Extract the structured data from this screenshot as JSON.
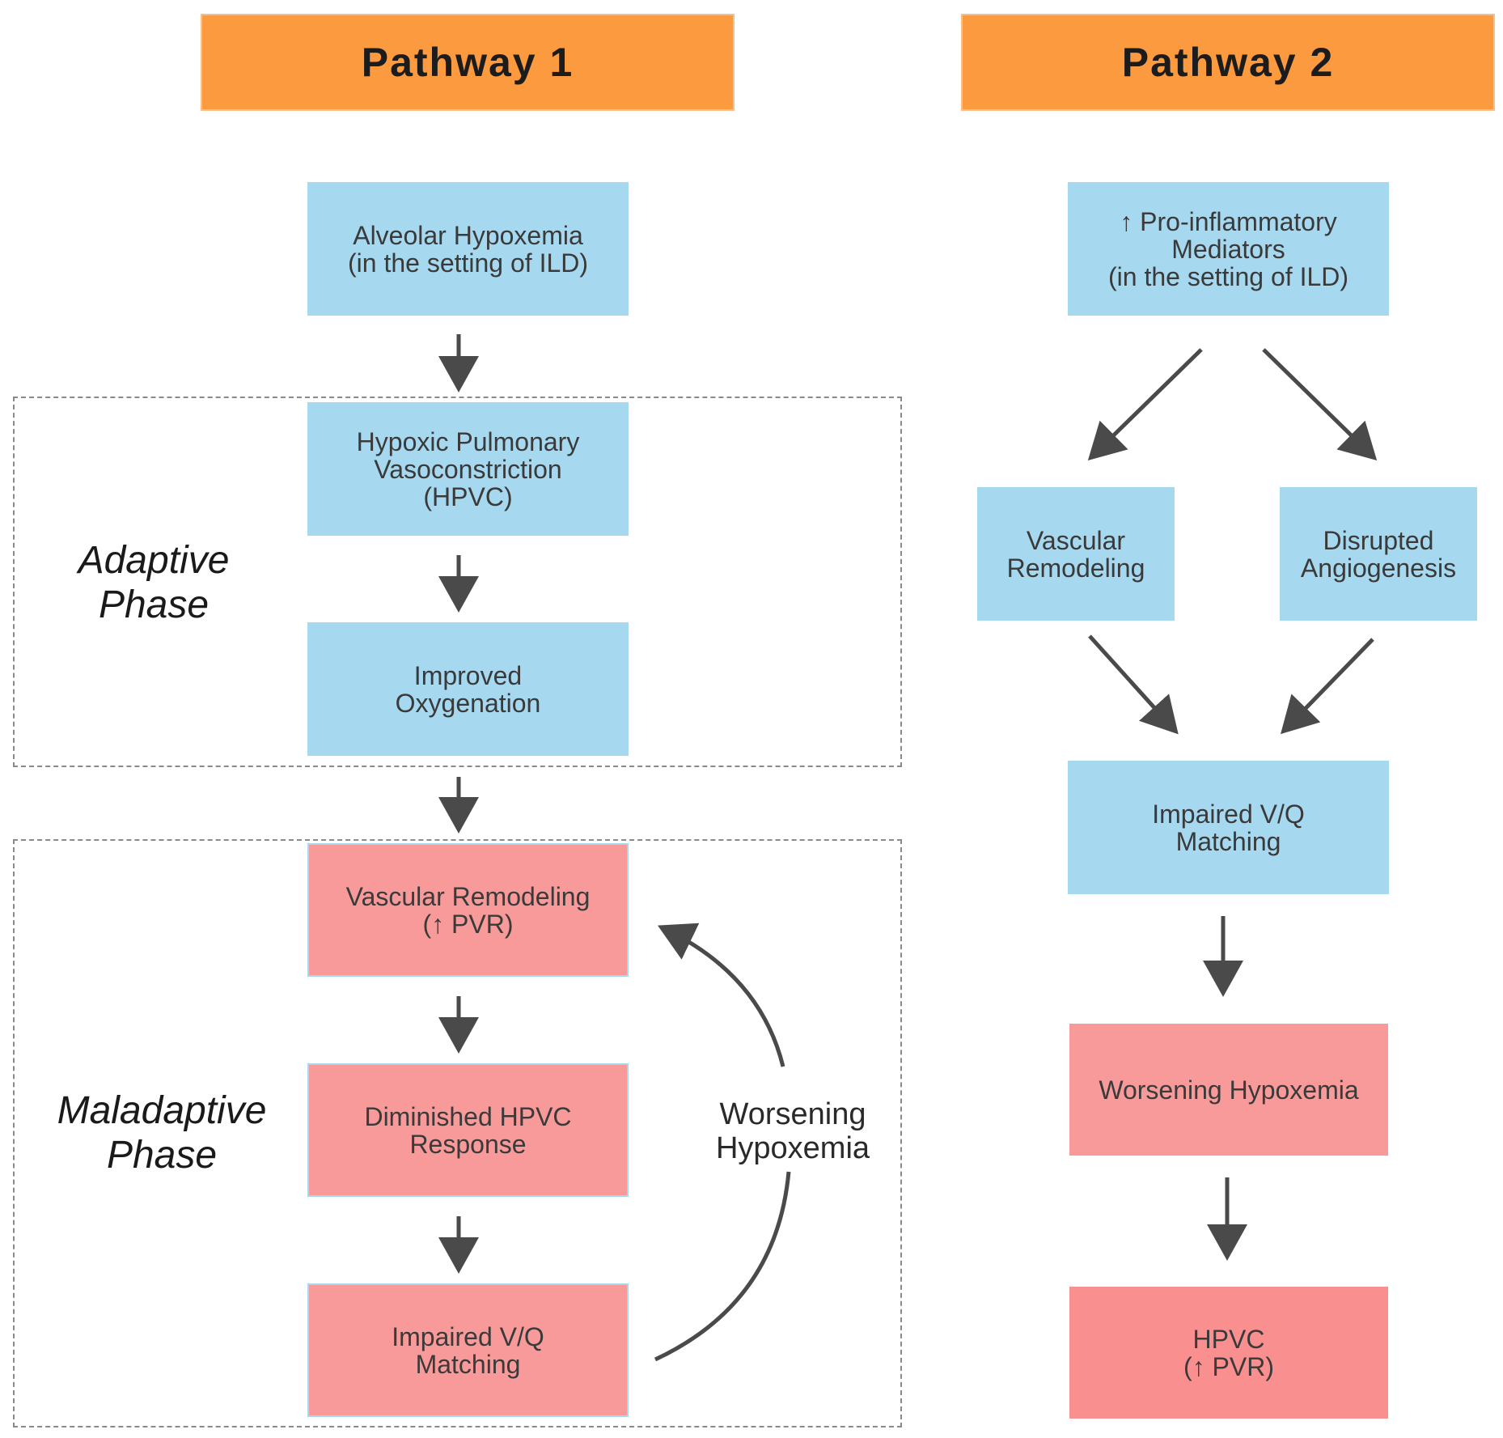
{
  "pathway1": {
    "title": "Pathway 1",
    "adaptive_label": "Adaptive\nPhase",
    "maladaptive_label": "Maladaptive\nPhase",
    "nodes": {
      "alveolar": "Alveolar Hypoxemia\n(in the setting of ILD)",
      "hpvc": "Hypoxic Pulmonary\nVasoconstriction\n(HPVC)",
      "improved": "Improved\nOxygenation",
      "vascular": "Vascular Remodeling\n(↑ PVR)",
      "diminished": "Diminished HPVC\nResponse",
      "impaired": "Impaired V/Q\nMatching"
    },
    "loop_label": "Worsening\nHypoxemia"
  },
  "pathway2": {
    "title": "Pathway 2",
    "nodes": {
      "mediators": "↑ Pro-inflammatory\nMediators\n(in the setting of ILD)",
      "vascular": "Vascular\nRemodeling",
      "angiogenesis": "Disrupted\nAngiogenesis",
      "impaired": "Impaired V/Q\nMatching",
      "worsening": "Worsening Hypoxemia",
      "hpvc": "HPVC\n(↑ PVR)"
    }
  },
  "colors": {
    "header": "#fc9a3f",
    "blue_box": "#a6d8ef",
    "pink_box": "#f99a9a",
    "arrow": "#4a4a4a"
  }
}
